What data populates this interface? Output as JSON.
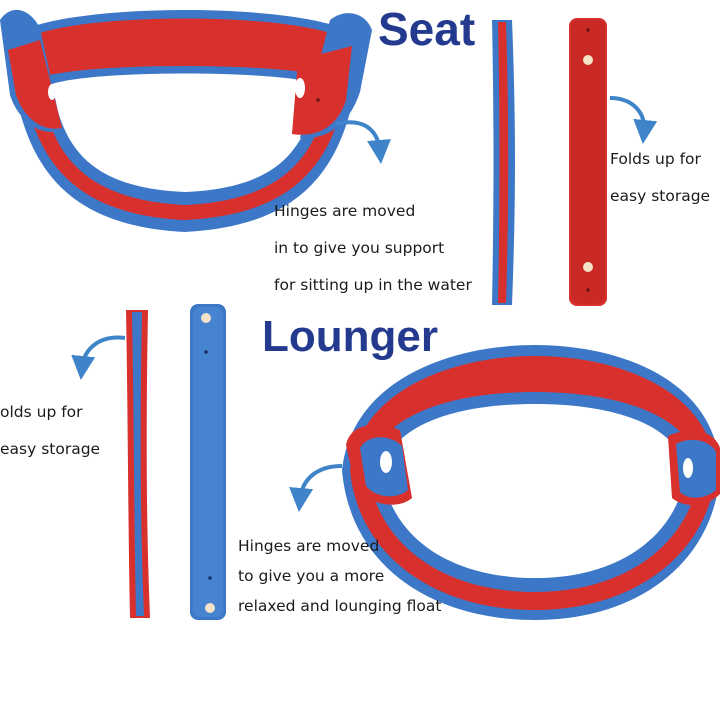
{
  "colors": {
    "heading": "#233a8f",
    "float_red": "#d8302c",
    "float_blue": "#3d78c8",
    "arrow": "#3f84c8"
  },
  "seat": {
    "heading": "Seat",
    "hinge_caption_lines": [
      "Hinges are moved",
      "in to give you support",
      "for sitting up in the water"
    ],
    "fold_caption_lines": [
      "Folds up for",
      "easy storage"
    ],
    "arrow_icons": [
      "curved-arrow-down-icon",
      "curved-arrow-down-icon"
    ]
  },
  "lounger": {
    "heading": "Lounger",
    "hinge_caption_lines": [
      "Hinges are moved",
      "to give you a more",
      "relaxed and lounging float"
    ],
    "fold_caption_lines": [
      "olds up for",
      "easy storage"
    ],
    "arrow_icons": [
      "curved-arrow-down-left-icon",
      "curved-arrow-down-left-icon"
    ]
  }
}
